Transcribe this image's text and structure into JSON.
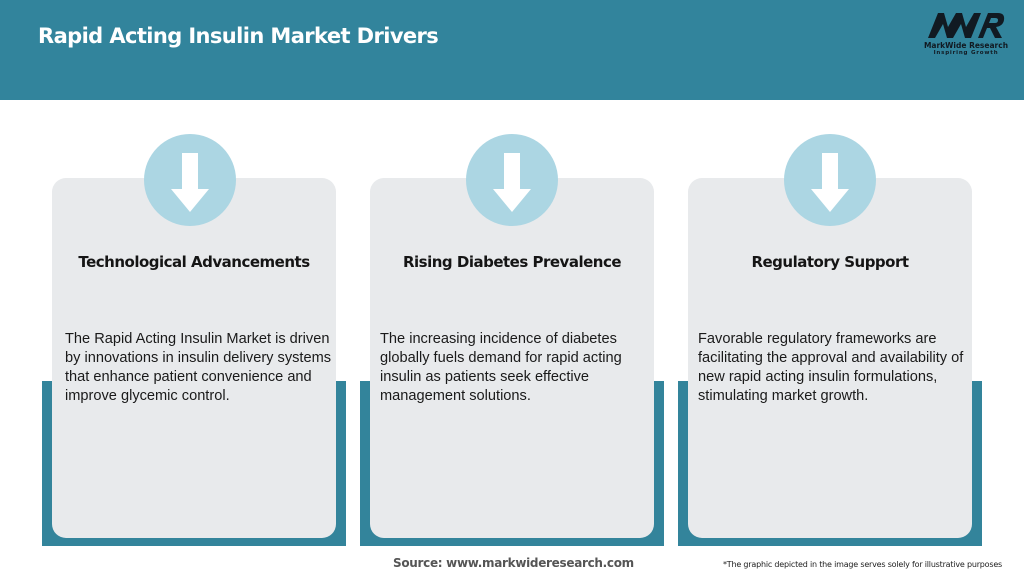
{
  "header": {
    "title": "Rapid Acting Insulin Market Drivers",
    "background_color": "#32849c",
    "logo": {
      "mark": "MWR",
      "name": "MarkWide Research",
      "tagline": "Inspiring Growth"
    }
  },
  "cards": [
    {
      "icon": "arrow-down-icon",
      "title": "Technological Advancements",
      "body": "The Rapid Acting Insulin Market is driven by innovations in insulin delivery systems that enhance patient convenience and improve glycemic control."
    },
    {
      "icon": "arrow-down-icon",
      "title": "Rising Diabetes Prevalence",
      "body": "The increasing incidence of diabetes globally fuels demand for rapid acting insulin as patients seek effective management solutions."
    },
    {
      "icon": "arrow-down-icon",
      "title": "Regulatory Support",
      "body": "Favorable regulatory frameworks are facilitating the approval and availability of new rapid acting insulin formulations, stimulating market growth."
    }
  ],
  "colors": {
    "accent_teal": "#33849b",
    "icon_circle": "#acd6e3",
    "card_bg": "#e8eaec"
  },
  "footer": {
    "source": "Source: www.markwideresearch.com",
    "disclaimer": "*The graphic depicted in the image serves solely for illustrative purposes"
  }
}
